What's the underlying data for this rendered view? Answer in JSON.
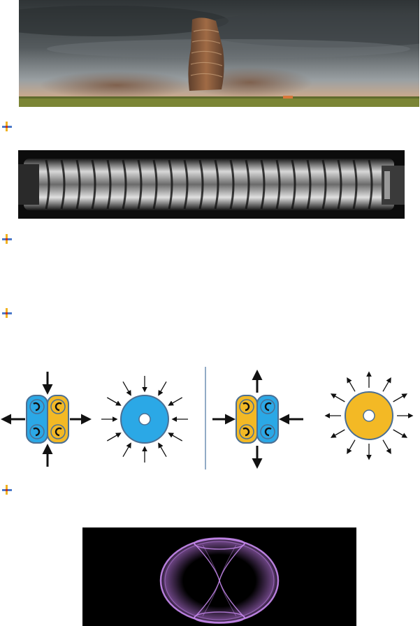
{
  "document": {
    "bullet_icon": "pin-bullet-icon",
    "figures": [
      {
        "id": "tornado",
        "icon": "tornado-photo"
      },
      {
        "id": "taylor-couette",
        "icon": "vortex-tube-photo"
      },
      {
        "id": "vortex-diagram",
        "icon": "vortex-flow-diagram"
      },
      {
        "id": "torus",
        "icon": "torus-render"
      }
    ]
  },
  "colors": {
    "sky_dark": "#3b4043",
    "sky_light": "#8b9296",
    "dust": "#8a5a3c",
    "field": "#7a8434",
    "blue": "#2ba8e6",
    "yellow": "#f3b925",
    "outline": "#4b6f93",
    "divider": "#6f8fb3",
    "purple": "#c07ae8"
  }
}
